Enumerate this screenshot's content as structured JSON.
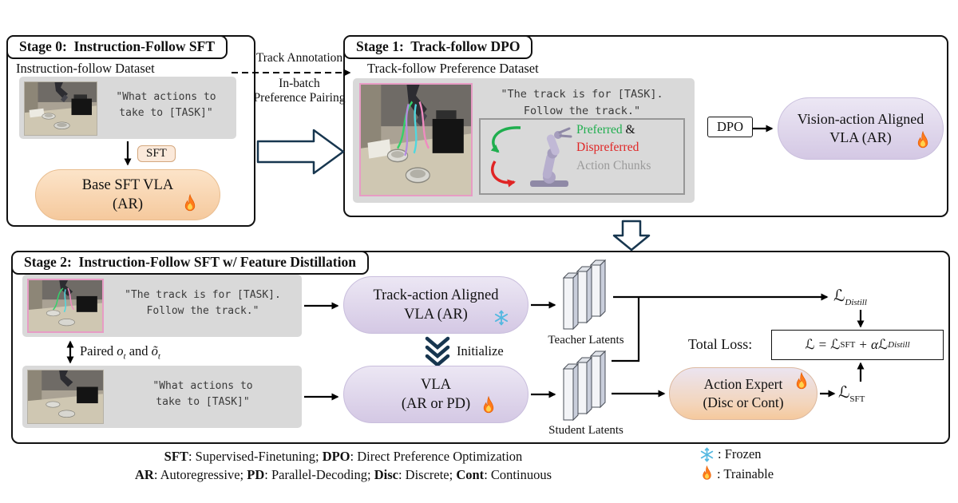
{
  "stage0": {
    "title": "Stage 0:  Instruction-Follow SFT",
    "dataset_label": "Instruction-follow Dataset",
    "prompt": "\"What actions to\ntake to [TASK]\"",
    "sft_badge": "SFT",
    "model_name": "Base SFT VLA\n(AR)"
  },
  "transition": {
    "top_label": "Track Annotation",
    "mid_label": "In-batch",
    "bottom_label": "Preference Pairing"
  },
  "stage1": {
    "title": "Stage 1:  Track-follow DPO",
    "dataset_label": "Track-follow Preference Dataset",
    "prompt": "\"The track is for [TASK].\nFollow the track.\"",
    "preferred": "Preferred",
    "ampersand": " &",
    "dispreferred": "Dispreferred",
    "action_chunks": "Action Chunks",
    "dpo_badge": "DPO",
    "model_name": "Vision-action Aligned\nVLA (AR)"
  },
  "stage2": {
    "title": "Stage 2:  Instruction-Follow SFT w/ Feature Distillation",
    "track_prompt": "\"The track is for [TASK].\nFollow the track.\"",
    "instruction_prompt": "\"What actions to\ntake to [TASK]\"",
    "paired_prefix": "Paired",
    "paired_o": "o",
    "paired_t1": "t",
    "paired_and": "and",
    "paired_otilde": "õ",
    "paired_t2": "t",
    "teacher_model": "Track-action Aligned\nVLA (AR)",
    "initialize_label": "Initialize",
    "student_model": "VLA\n(AR or PD)",
    "teacher_latents_label": "Teacher Latents",
    "student_latents_label": "Student Latents",
    "action_expert": "Action Expert\n(Disc or Cont)",
    "total_loss_label": "Total Loss:"
  },
  "math": {
    "script_l": "ℒ",
    "distill": "Distill",
    "sft": "SFT",
    "equals": "=",
    "plus": "+",
    "alpha": "α"
  },
  "legend": {
    "sft_key": "SFT",
    "sft_def": ": Supervised-Finetuning; ",
    "dpo_key": "DPO",
    "dpo_def": ": Direct Preference Optimization",
    "ar_key": "AR",
    "ar_def": ": Autoregressive; ",
    "pd_key": "PD",
    "pd_def": ": Parallel-Decoding; ",
    "disc_key": "Disc",
    "disc_def": ": Discrete; ",
    "cont_key": "Cont",
    "cont_def": ": Continuous",
    "frozen_label": ": Frozen",
    "trainable_label": ": Trainable"
  },
  "colors": {
    "peach_pill": "#f5c99d",
    "lavender_pill": "#d4c8e4",
    "preferred_green": "#1fae4e",
    "dispreferred_red": "#e02424",
    "action_chunks_gray": "#9a9a9a",
    "frozen_blue": "#54b8e0",
    "flame_orange": "#ff7a1a",
    "track_border_pink": "#e79cc5",
    "block_arrow_outline": "#17364f",
    "dataset_box_gray": "#d9d9d9"
  }
}
